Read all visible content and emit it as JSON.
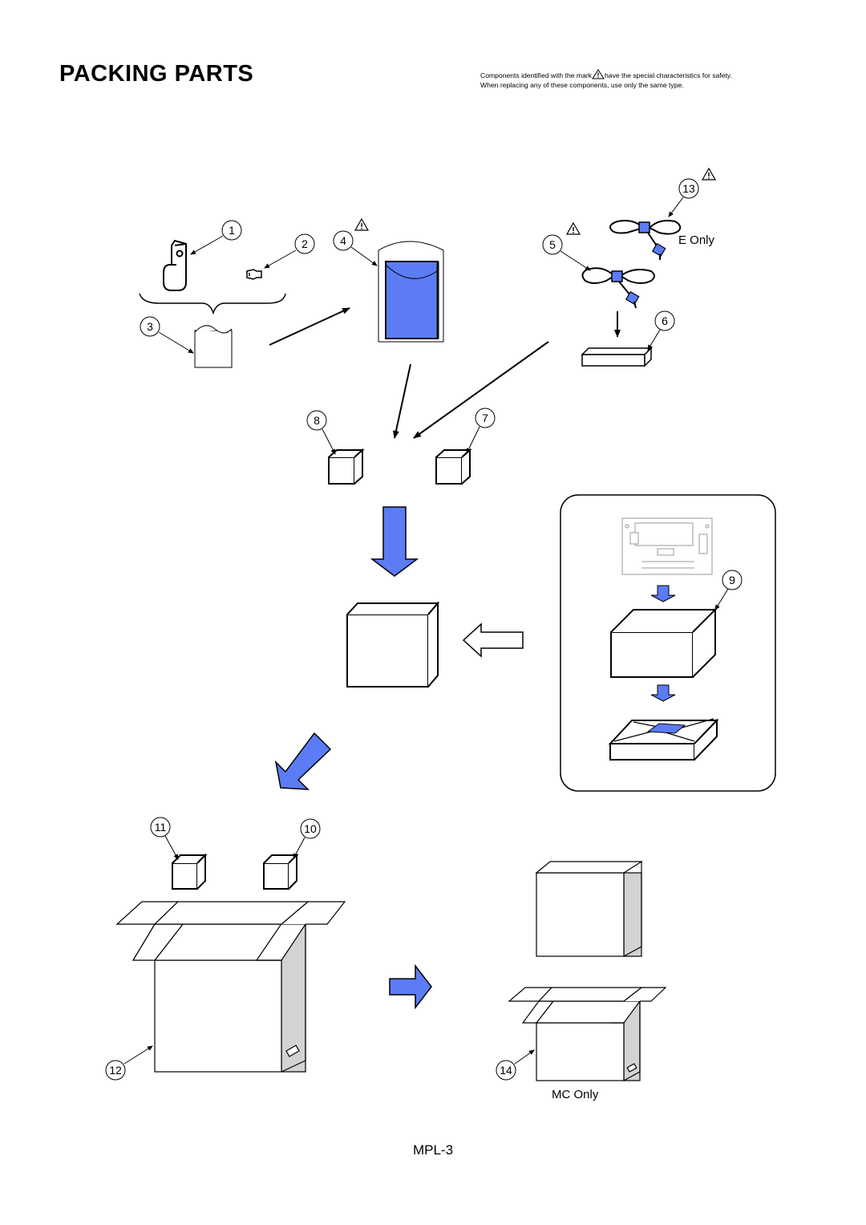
{
  "page": {
    "title": "PACKING PARTS",
    "safety_note_line1_a": "Components identified with the mark",
    "safety_note_line1_b": "have the special characteristics for safety.",
    "safety_note_line2": "When replacing any of these components, use only the same type.",
    "footer": "MPL-3"
  },
  "labels": {
    "e_only": "E Only",
    "mc_only": "MC Only"
  },
  "callouts": [
    "1",
    "2",
    "3",
    "4",
    "5",
    "6",
    "7",
    "8",
    "9",
    "10",
    "11",
    "12",
    "13",
    "14"
  ],
  "colors": {
    "accent_blue": "#5b7cf5",
    "box_side_gray": "#d3d3d3"
  }
}
